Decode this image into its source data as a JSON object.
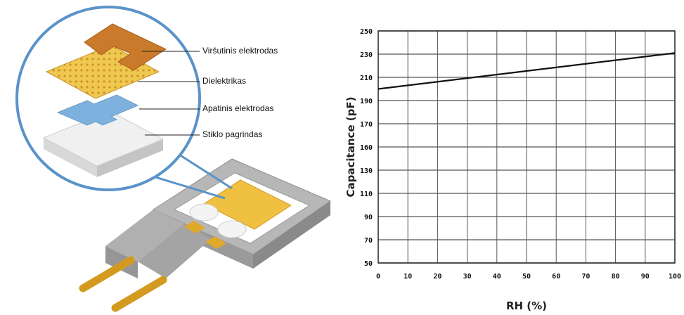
{
  "diagram": {
    "labels": [
      {
        "key": "top_electrode",
        "text": "Viršutinis elektrodas"
      },
      {
        "key": "dielectric",
        "text": "Dielektrikas"
      },
      {
        "key": "bottom_electrode",
        "text": "Apatinis elektrodas"
      },
      {
        "key": "substrate",
        "text": "Stiklo pagrindas"
      }
    ],
    "colors": {
      "magnifier_ring": "#5b93c9",
      "top_electrode": "#c97a2a",
      "dielectric": "#f0c850",
      "bottom_electrode": "#7fb1de",
      "substrate": "#ececec",
      "housing": "#a8a8a8",
      "pins": "#e0a92a"
    }
  },
  "chart_data": {
    "type": "line",
    "title": "",
    "xlabel": "RH (%)",
    "ylabel": "Capacitance (pF)",
    "xlim": [
      0,
      100
    ],
    "ylim": [
      50,
      250
    ],
    "x_ticks": [
      0,
      10,
      20,
      30,
      40,
      50,
      60,
      70,
      80,
      90,
      100
    ],
    "y_ticks": [
      50,
      70,
      90,
      110,
      130,
      150,
      170,
      190,
      210,
      230,
      250
    ],
    "y_tick_labels": [
      "50",
      "70",
      "90",
      "110",
      "130",
      "160",
      "170",
      "190",
      "210",
      "230",
      "250"
    ],
    "grid": true,
    "series": [
      {
        "x": [
          0,
          100
        ],
        "y": [
          200,
          231
        ],
        "color": "#111111"
      }
    ]
  }
}
